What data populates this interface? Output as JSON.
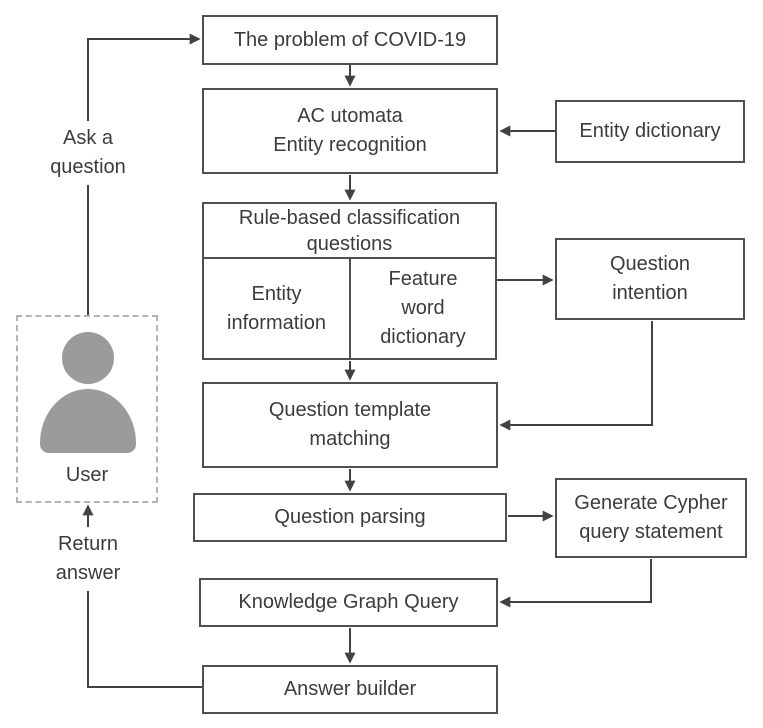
{
  "diagram": {
    "nodes": {
      "problem": {
        "lines": [
          "The problem of COVID-19"
        ]
      },
      "ac_automata": {
        "lines": [
          "AC utomata",
          "Entity recognition"
        ]
      },
      "entity_dictionary": {
        "lines": [
          "Entity dictionary"
        ]
      },
      "rule_classification": {
        "lines": [
          "Rule-based classification",
          "questions"
        ]
      },
      "entity_information": {
        "lines": [
          "Entity",
          "information"
        ]
      },
      "feature_word_dictionary": {
        "lines": [
          "Feature",
          "word",
          "dictionary"
        ]
      },
      "question_intention": {
        "lines": [
          "Question",
          "intention"
        ]
      },
      "question_template_matching": {
        "lines": [
          "Question template",
          "matching"
        ]
      },
      "question_parsing": {
        "lines": [
          "Question parsing"
        ]
      },
      "generate_cypher": {
        "lines": [
          "Generate Cypher",
          "query statement"
        ]
      },
      "knowledge_graph_query": {
        "lines": [
          "Knowledge Graph Query"
        ]
      },
      "answer_builder": {
        "lines": [
          "Answer builder"
        ]
      },
      "user": {
        "label": "User"
      }
    },
    "edge_labels": {
      "ask_question": {
        "lines": [
          "Ask a",
          "question"
        ]
      },
      "return_answer": {
        "lines": [
          "Return",
          "answer"
        ]
      }
    },
    "colors": {
      "box_border": "#4f4f4f",
      "text": "#3c3c3c",
      "connector": "#424242",
      "user_icon": "#9b9b9b",
      "dashed_border": "#b3b3b3"
    }
  }
}
